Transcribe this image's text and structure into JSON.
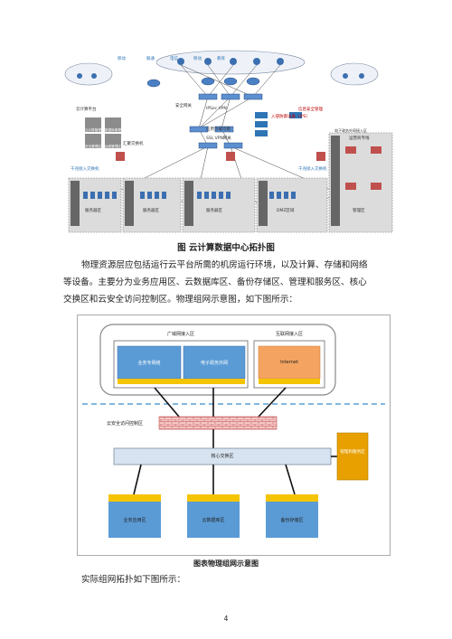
{
  "figure1": {
    "caption": "图 云计算数据中心拓扑图",
    "labels": {
      "carriers": [
        "移动",
        "联通",
        "电信",
        "移动",
        "教育"
      ],
      "cloud_side_left": "云计算平台",
      "firewall": "安全网关",
      "ips": "入侵防御设备（IPS）",
      "app_fw": "应用负载均衡",
      "ssl_vpn": "SSL VPN网关",
      "vpn": "IPSec VPN",
      "office": "信息安全管理",
      "core": "汇聚交换机",
      "access_left": "千兆接入交换机",
      "access_right": "千兆接入交换机",
      "zones": [
        "服务器区",
        "服务器区",
        "服务器区",
        "DMZ区域",
        "管理区"
      ],
      "left_boxes": [
        "云计算管理区",
        "数据库管理区",
        "安全管理区",
        "运维管理区"
      ],
      "right_title": "运营商专线",
      "right_side": "电子政务外网接入区"
    }
  },
  "paragraph": [
    "物理资源层应包括运行云平台所需的机房运行环境，以及计算、存储和网络",
    "等设备。主要分为业务应用区、云数据库区、备份存储区、管理和服务区、核心",
    "交换区和云安全访问控制区。物理组网示意图，如下图所示："
  ],
  "figure2": {
    "caption": "图表物理组网示意图",
    "wan_zone": "广域网接入区",
    "internet_zone": "互联网接入区",
    "business_net": "业务专网络",
    "gov_net": "电子政务外网",
    "internet": "Internet",
    "security_zone": "云安全访问控制区",
    "core_zone": "核心交换区",
    "mgmt_zone": "管理和服务区",
    "bottom": [
      "业务应用区",
      "云数据库区",
      "备份存储区"
    ]
  },
  "bottom_line": "实际组网拓扑如下图所示：",
  "page_number": "4",
  "colors": {
    "blue_box": "#5b9bd5",
    "orange_box": "#f4a460",
    "yellow": "#f5c400",
    "dark_orange": "#e8a000",
    "dashed": "#5a9fd4",
    "firewall": "#c0504d"
  }
}
